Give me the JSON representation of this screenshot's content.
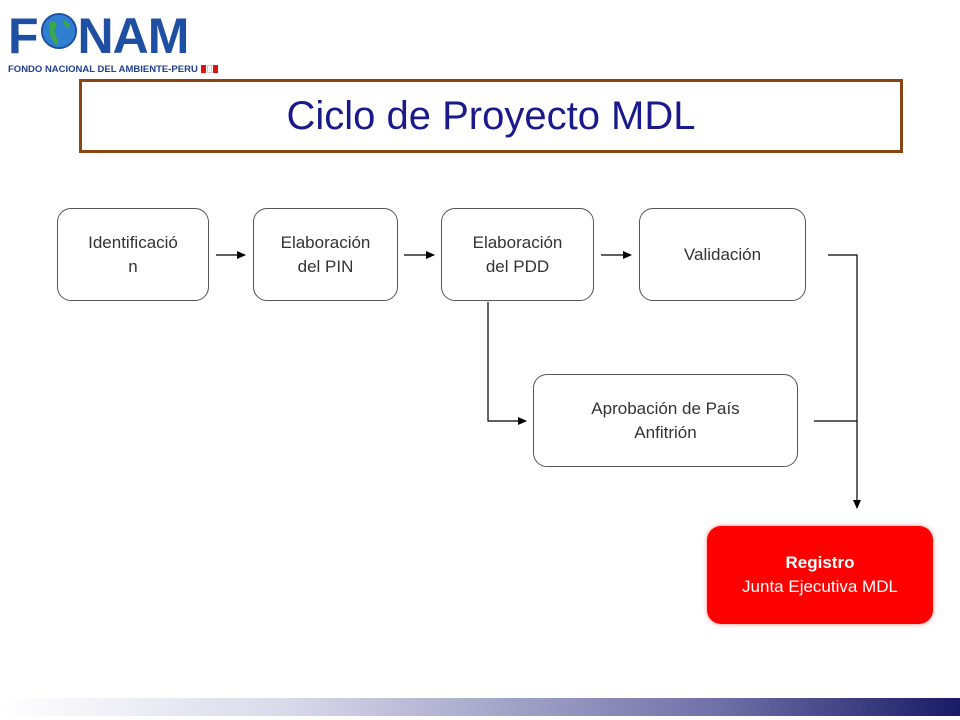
{
  "logo": {
    "word_left": "F",
    "word_right": "NAM",
    "subtitle": "FONDO NACIONAL DEL AMBIENTE-PERU"
  },
  "title": "Ciclo de Proyecto MDL",
  "nodes": {
    "identificacion": {
      "line1": "Identificació",
      "line2": "n"
    },
    "pin": {
      "line1": "Elaboración",
      "line2": "del PIN"
    },
    "pdd": {
      "line1": "Elaboración",
      "line2": "del PDD"
    },
    "validacion": {
      "line1": "Validación"
    },
    "aprobacion": {
      "line1": "Aprobación de País",
      "line2": "Anfitrión"
    },
    "registro": {
      "line1": "Registro",
      "line2": "Junta Ejecutiva MDL"
    }
  },
  "colors": {
    "title_text": "#1a1a8c",
    "title_border": "#8b4513",
    "registro_fill": "#ff0000",
    "logo_blue": "#1f4fa3"
  }
}
